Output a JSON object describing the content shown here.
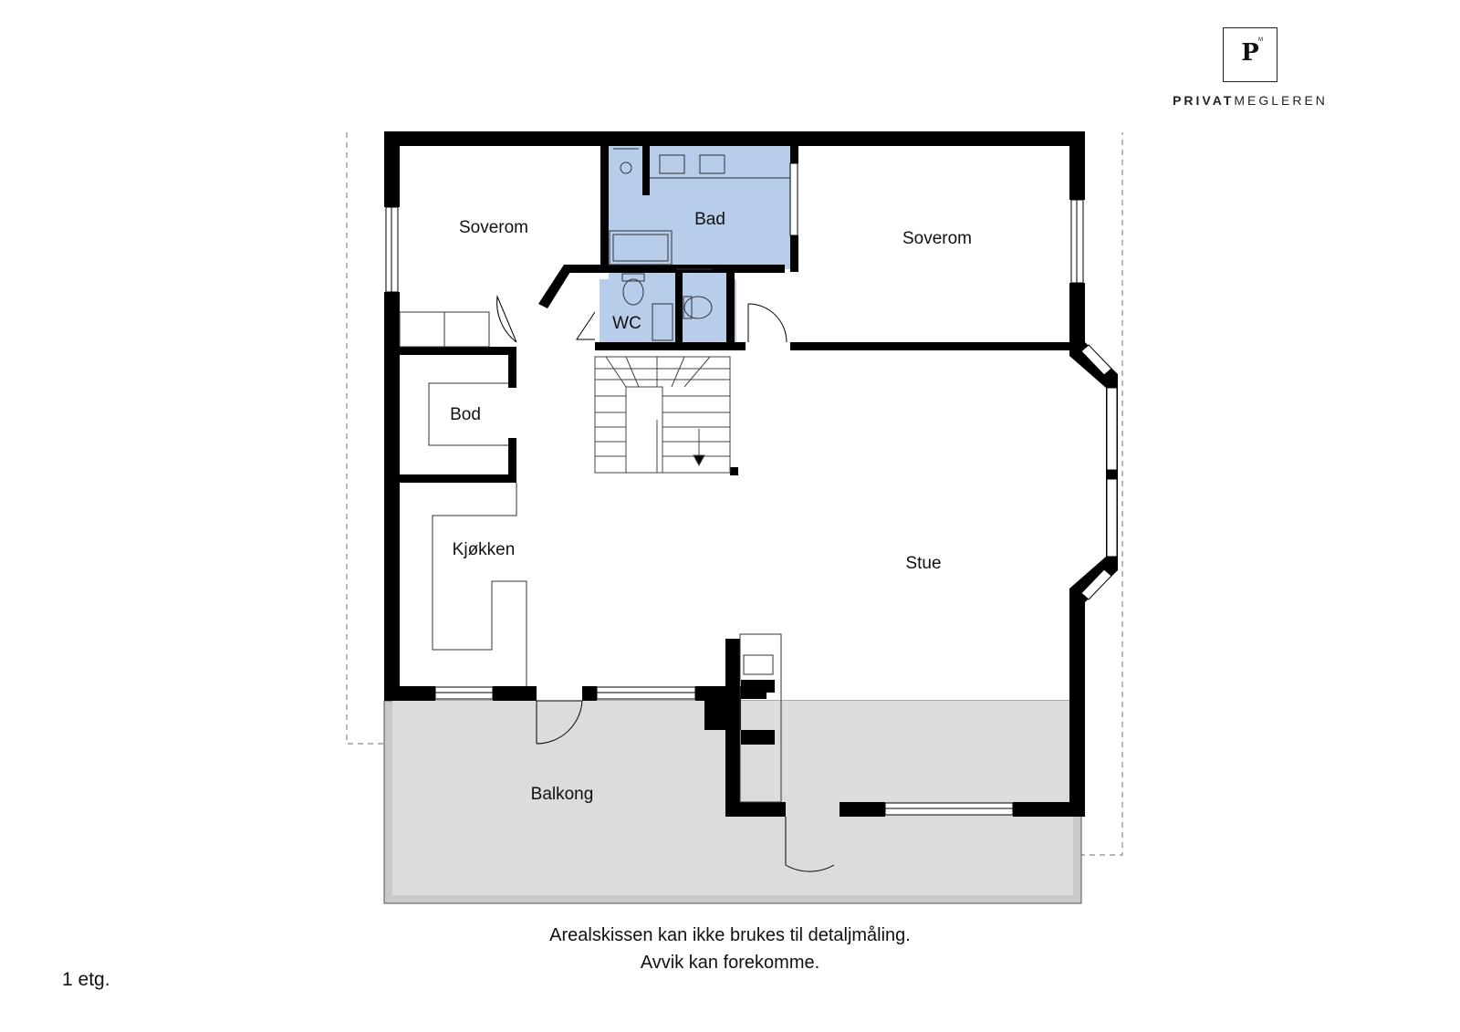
{
  "logo": {
    "letter": "P",
    "tm": "M",
    "word_bold": "PRIVAT",
    "word_regular": "MEGLEREN"
  },
  "rooms": {
    "soverom_left": "Soverom",
    "bad": "Bad",
    "soverom_right": "Soverom",
    "wc": "WC",
    "bod": "Bod",
    "kjokken": "Kjøkken",
    "stue": "Stue",
    "balkong": "Balkong"
  },
  "disclaimer": {
    "line1": "Arealskissen kan ikke brukes til detaljmåling.",
    "line2": "Avvik kan forekomme."
  },
  "floor_label": "1 etg.",
  "colors": {
    "wet_room": "#b7cde9",
    "balcony": "#dcdcdc",
    "wall": "#000000"
  }
}
